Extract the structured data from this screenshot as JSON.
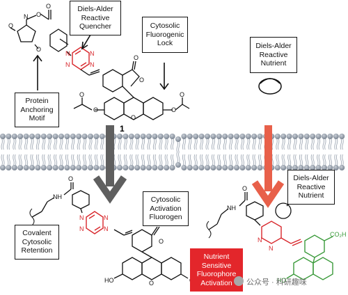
{
  "labels": {
    "quencher": [
      "Diels-Alder",
      "Reactive",
      "Quencher"
    ],
    "lock": [
      "Cytosolic",
      "Fluorogenic",
      "Lock"
    ],
    "nutrient_top": [
      "Diels-Alder",
      "Reactive",
      "Nutrient"
    ],
    "anchor": [
      "Protein",
      "Anchoring",
      "Motif"
    ],
    "activation": [
      "Cytosolic",
      "Activation",
      "Fluorogen"
    ],
    "retention": [
      "Covalent",
      "Cytosolic",
      "Retention"
    ],
    "nutrient_right": [
      "Diels-Alder",
      "Reactive",
      "Nutrient"
    ],
    "sensitive": [
      "Nutrient",
      "Sensitive",
      "Fluorophore",
      "Activation"
    ]
  },
  "compound_number": "1",
  "watermark": "公众号 · 科研趣味",
  "atoms": {
    "O": "O",
    "N": "N",
    "NH": "NH",
    "HO": "HO",
    "CO2H": "CO₂H"
  },
  "colors": {
    "ink": "#111111",
    "tetrazine_red": "#d8262b",
    "pyridazine_red": "#d8262b",
    "fluorophore_green": "#3a9a3a",
    "red_arrow": "#e8604a",
    "gray_arrow": "#606060",
    "membrane_head": "#8a93a0",
    "membrane_tail": "#a9b1bc",
    "red_box": "#e3262b"
  }
}
